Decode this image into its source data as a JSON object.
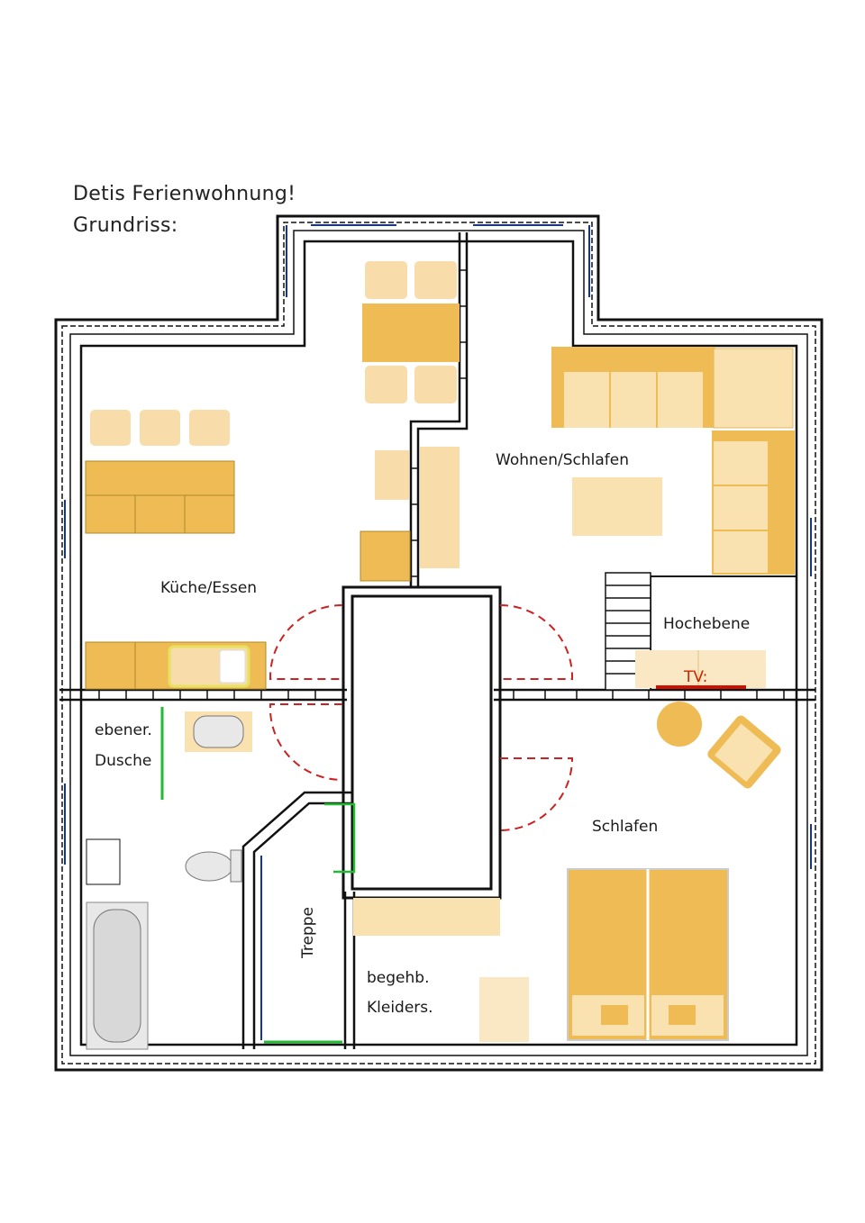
{
  "header": {
    "title": "Detis Ferienwohnung!",
    "subtitle": "Grundriss:"
  },
  "rooms": {
    "kueche": "Küche/Essen",
    "wohnen": "Wohnen/Schlafen",
    "hochebene": "Hochebene",
    "tv": "TV:",
    "dusche_1": "ebener.",
    "dusche_2": "Dusche",
    "schlafen": "Schlafen",
    "treppe": "Treppe",
    "kleiders_1": "begehb.",
    "kleiders_2": "Kleiders."
  },
  "colors": {
    "furniture_dark": "#eebb55",
    "furniture_light": "#f8ddaa",
    "furniture_pale": "#fae8c4",
    "wall": "#111111",
    "door_arc": "#cc2222",
    "door_green": "#22bb33",
    "window_blue": "#1133aa",
    "tv_line": "#cc1100"
  }
}
